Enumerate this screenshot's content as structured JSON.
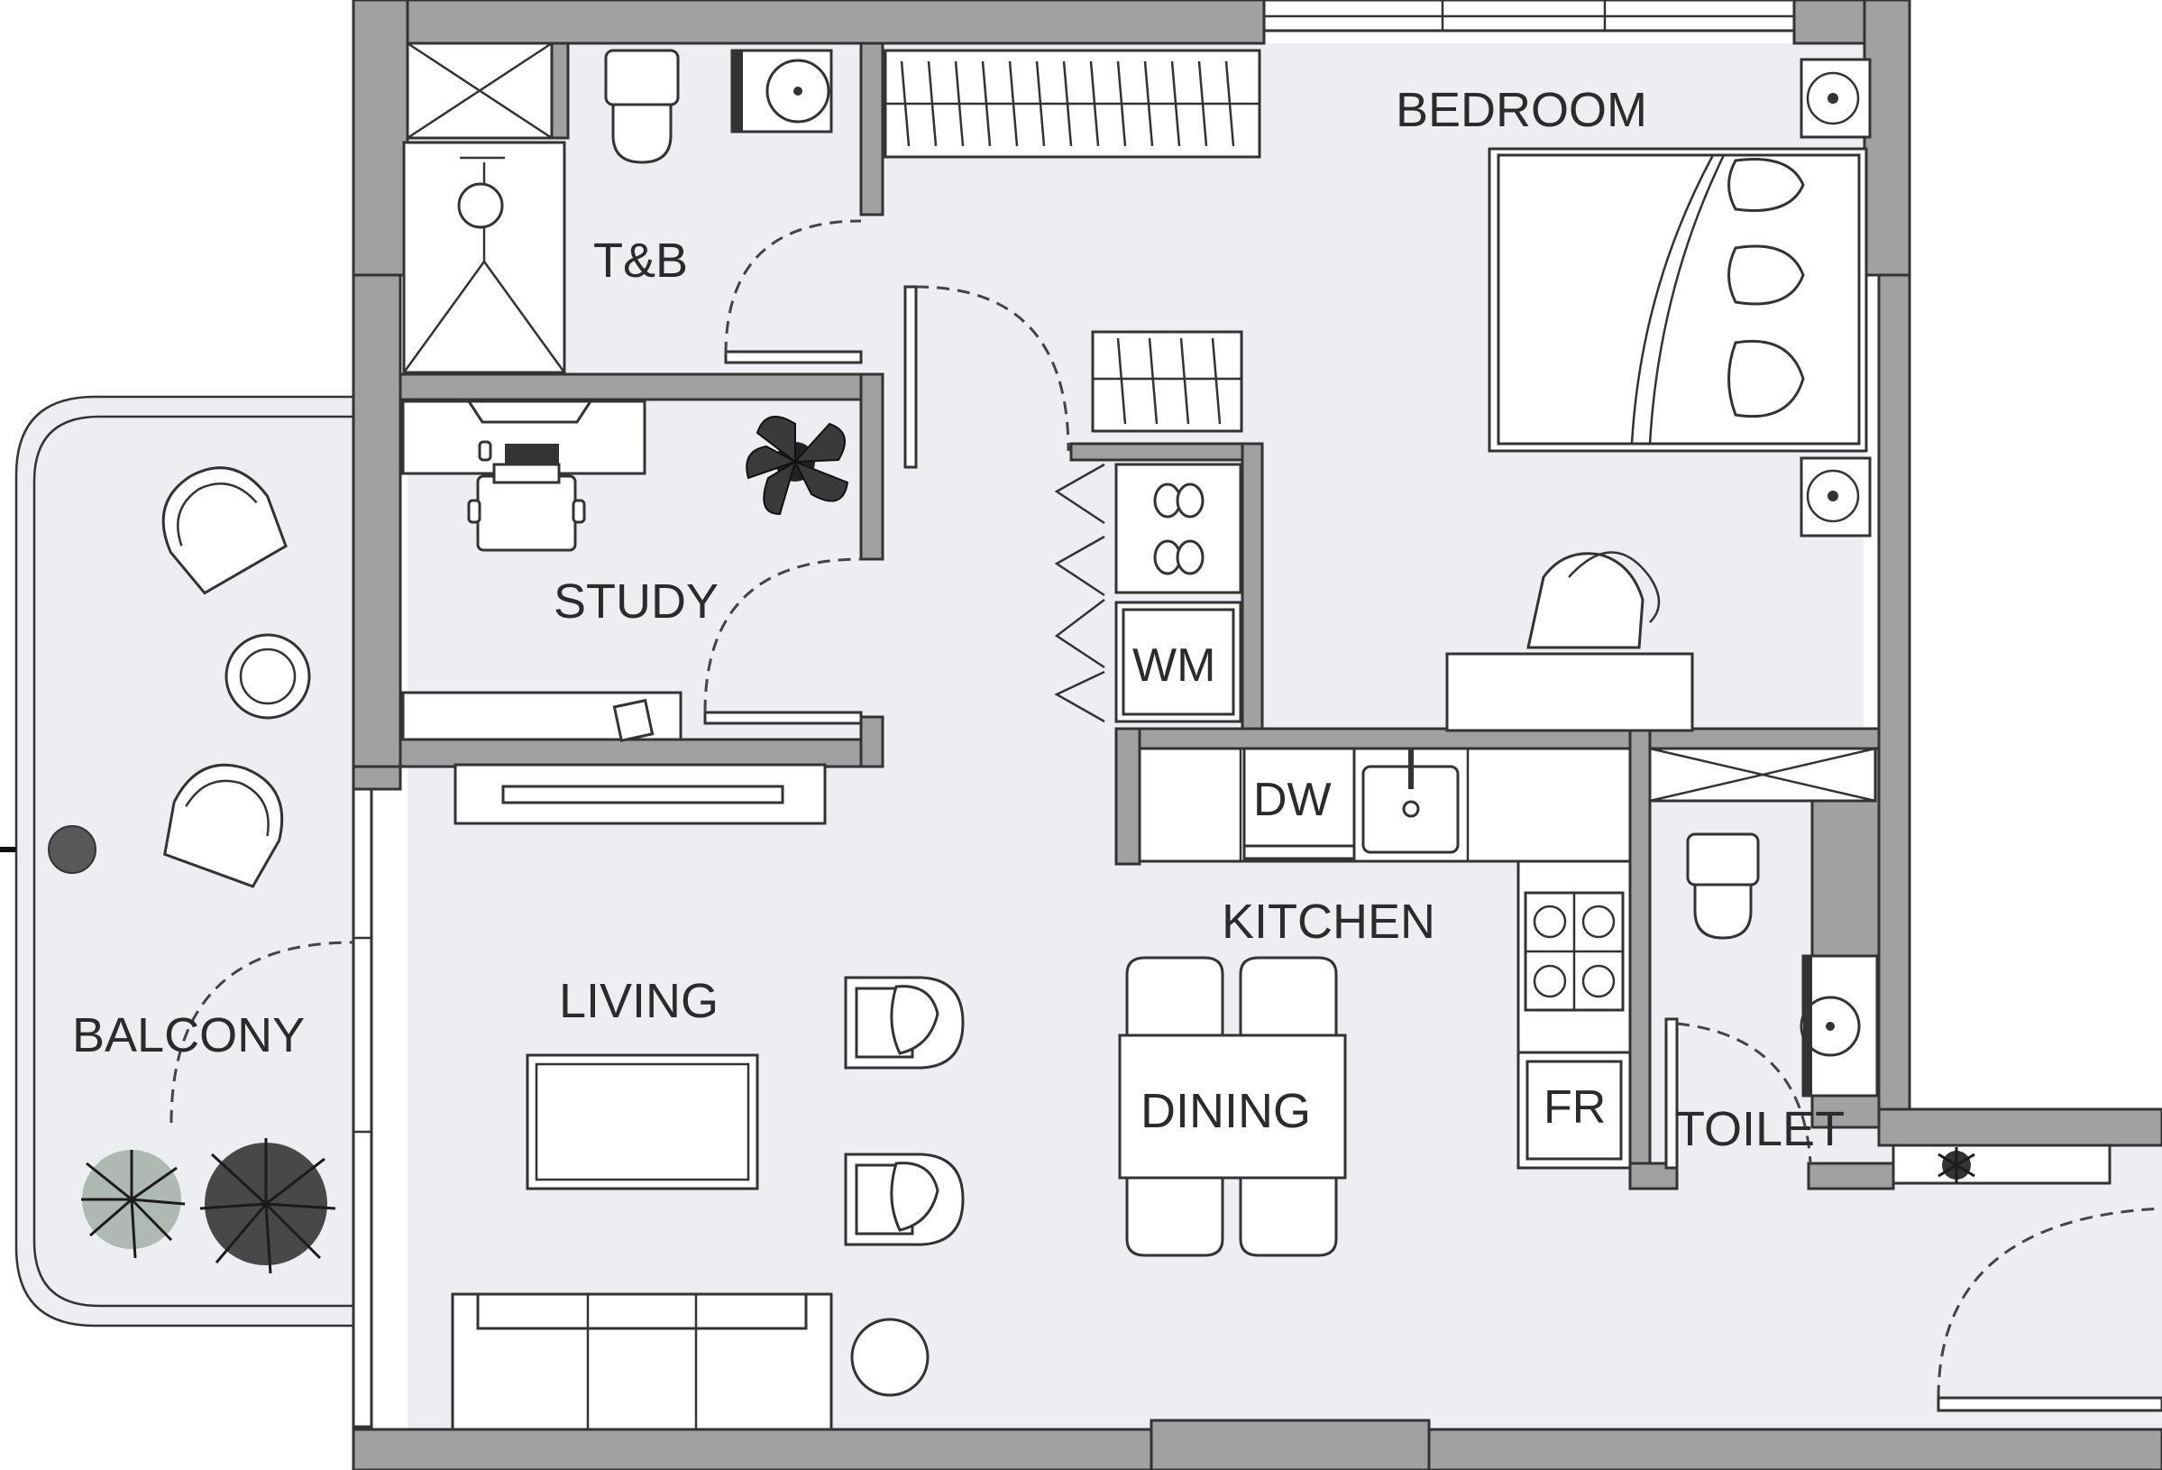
{
  "floor_plan": {
    "rooms": {
      "bedroom": "BEDROOM",
      "tb": "T&B",
      "study": "STUDY",
      "balcony": "BALCONY",
      "living": "LIVING",
      "kitchen": "KITCHEN",
      "dining": "DINING",
      "toilet": "TOILET"
    },
    "appliances": {
      "washing_machine": "WM",
      "dishwasher": "DW",
      "fridge": "FR"
    },
    "colors": {
      "wall": "#a1a1a1",
      "floor": "#eceef2",
      "line": "#333333"
    }
  }
}
